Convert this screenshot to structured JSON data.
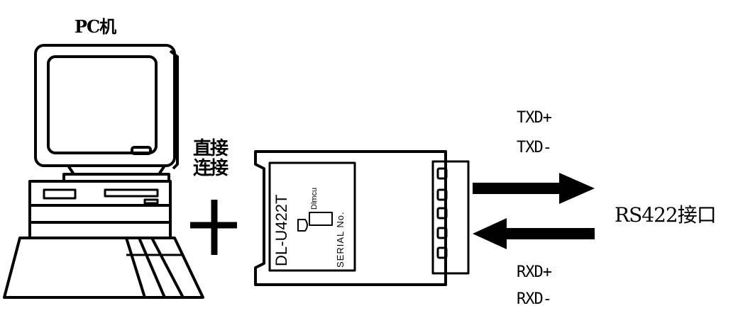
{
  "pc": {
    "label": "PC机"
  },
  "connection": {
    "label_line1": "直接",
    "label_line2": "连接"
  },
  "module": {
    "model": "DL-U422T",
    "logo_text": "Dlmcu",
    "serial_text": "SERIAL No."
  },
  "signals": {
    "tx_plus": "TXD+",
    "tx_minus": "TXD-",
    "rx_plus": "RXD+",
    "rx_minus": "RXD-"
  },
  "interface": {
    "label": "RS422接口"
  }
}
